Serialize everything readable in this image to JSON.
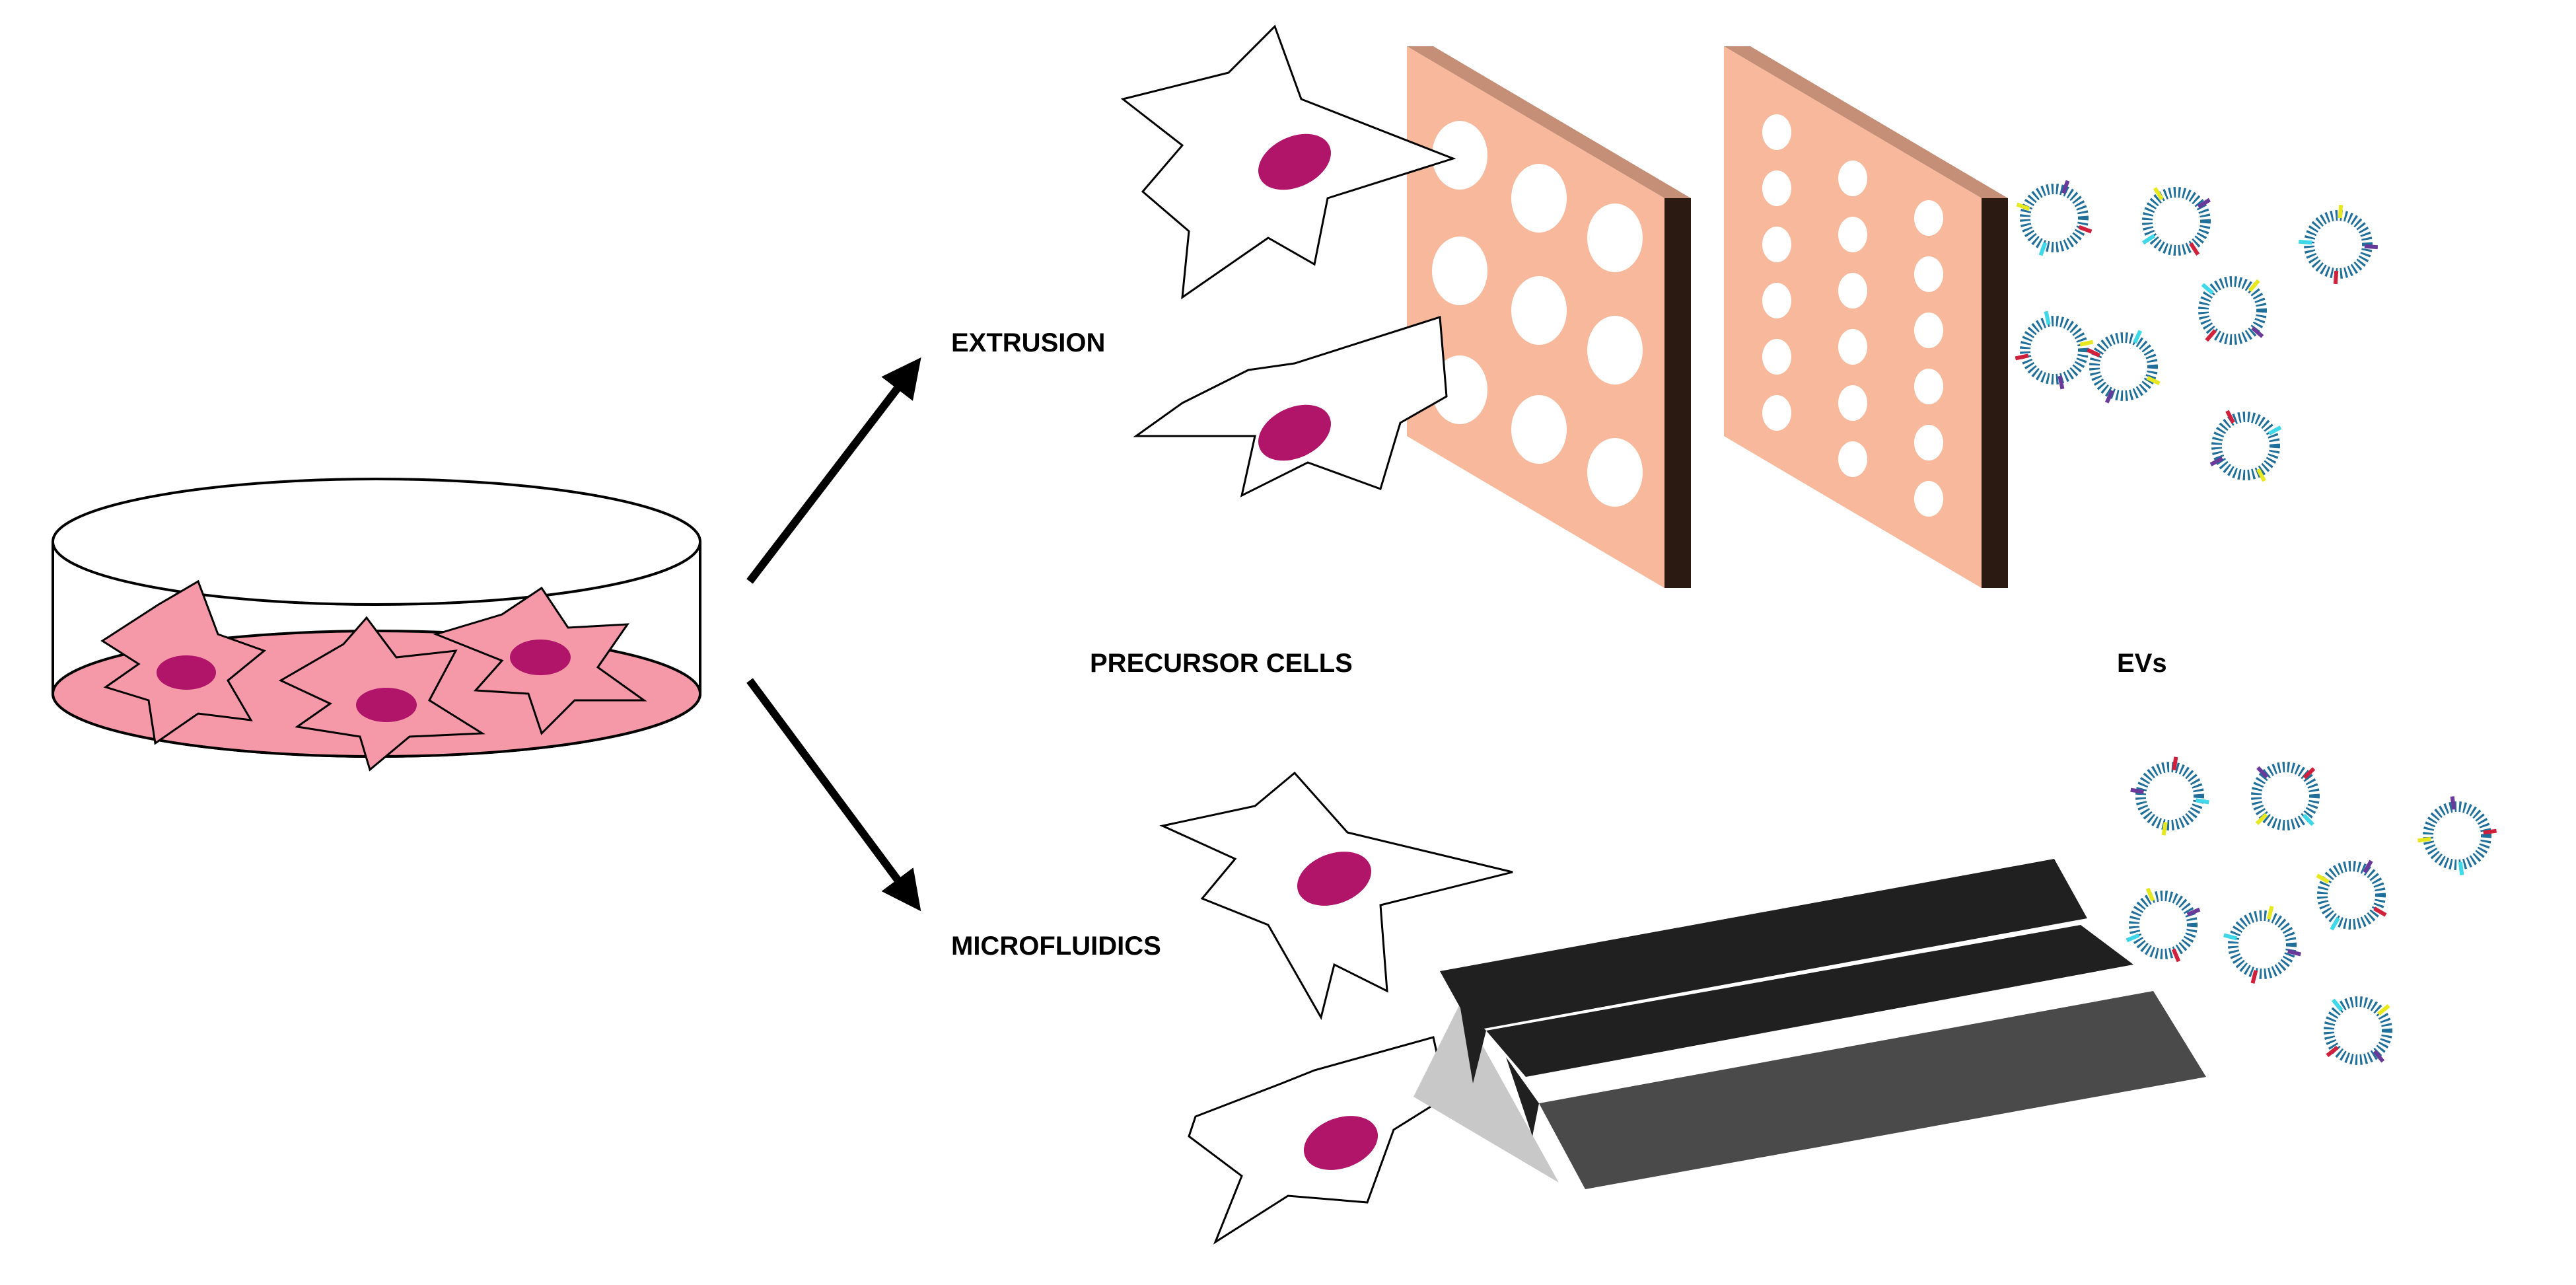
{
  "labels": {
    "extrusion": "EXTRUSION",
    "microfluidics": "MICROFLUIDICS",
    "precursor_cells": "PRECURSOR CELLS",
    "evs": "EVs"
  },
  "colors": {
    "medium": "#f598a8",
    "nucleus": "#b0156a",
    "membrane_face": "#f7b89c",
    "membrane_top": "#c58e76",
    "membrane_side": "#2a1a12",
    "chip_front": "#4a4a4a",
    "chip_back": "#202020",
    "chip_left": "#c8c8c8",
    "lipid": "#1f6f9a",
    "protein_red": "#d0203c",
    "protein_cyan": "#3ed8e8",
    "protein_yellow": "#e8e820",
    "protein_purple": "#6a3a9a"
  }
}
